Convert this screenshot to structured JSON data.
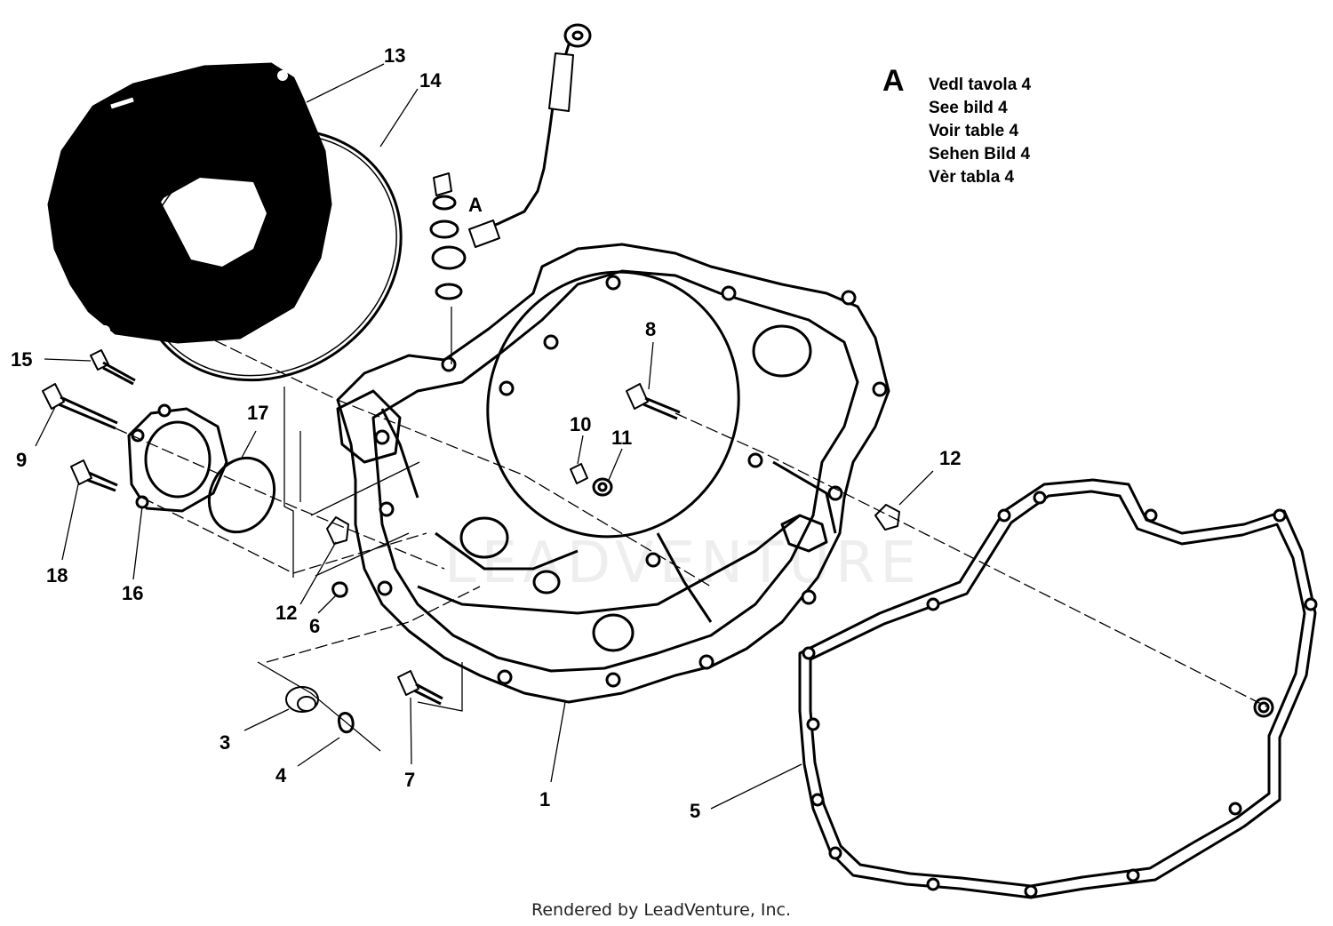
{
  "diagram": {
    "callouts": [
      "1",
      "3",
      "4",
      "5",
      "6",
      "7",
      "8",
      "9",
      "10",
      "11",
      "12",
      "12",
      "13",
      "14",
      "15",
      "16",
      "17",
      "18"
    ],
    "reference": {
      "letter": "A",
      "inline_letter": "A",
      "lines": [
        "Vedl tavola 4",
        "See bild 4",
        "Voir table 4",
        "Sehen Bild 4",
        "Vèr tabla 4"
      ]
    },
    "watermark": "LEADVENTURE",
    "footer": "Rendered by LeadVenture, Inc."
  }
}
